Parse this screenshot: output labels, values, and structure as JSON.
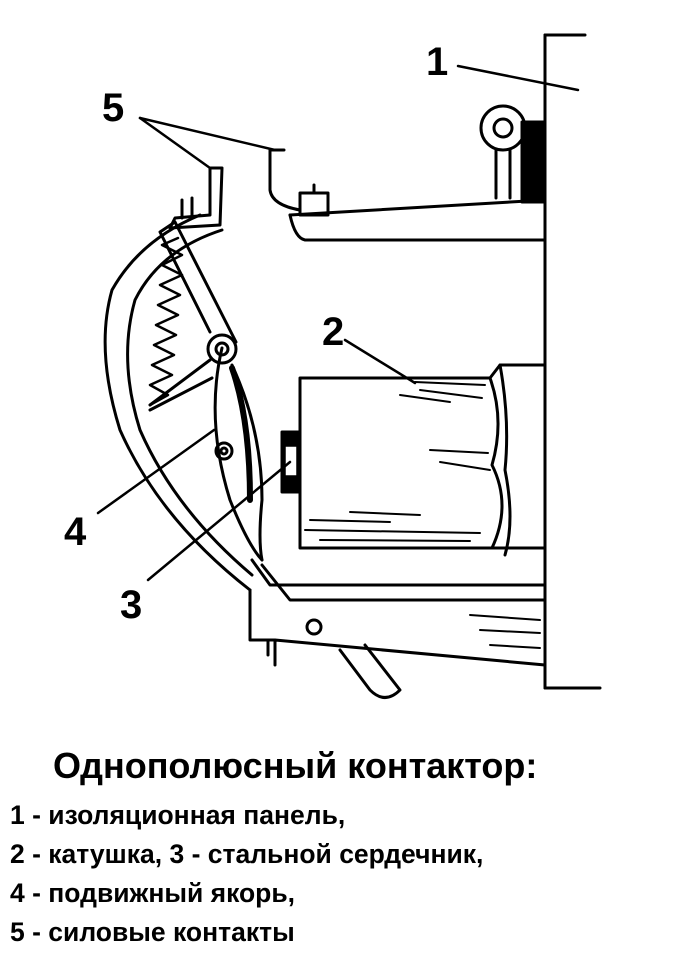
{
  "diagram": {
    "callouts": [
      "1",
      "2",
      "3",
      "4",
      "5"
    ]
  },
  "caption": {
    "title": "Однополюсный контактор:",
    "lines": [
      "1 - изоляционная панель,",
      "2 - катушка, 3 - стальной сердечник,",
      "4 - подвижный якорь,",
      "5 - силовые контакты"
    ]
  }
}
